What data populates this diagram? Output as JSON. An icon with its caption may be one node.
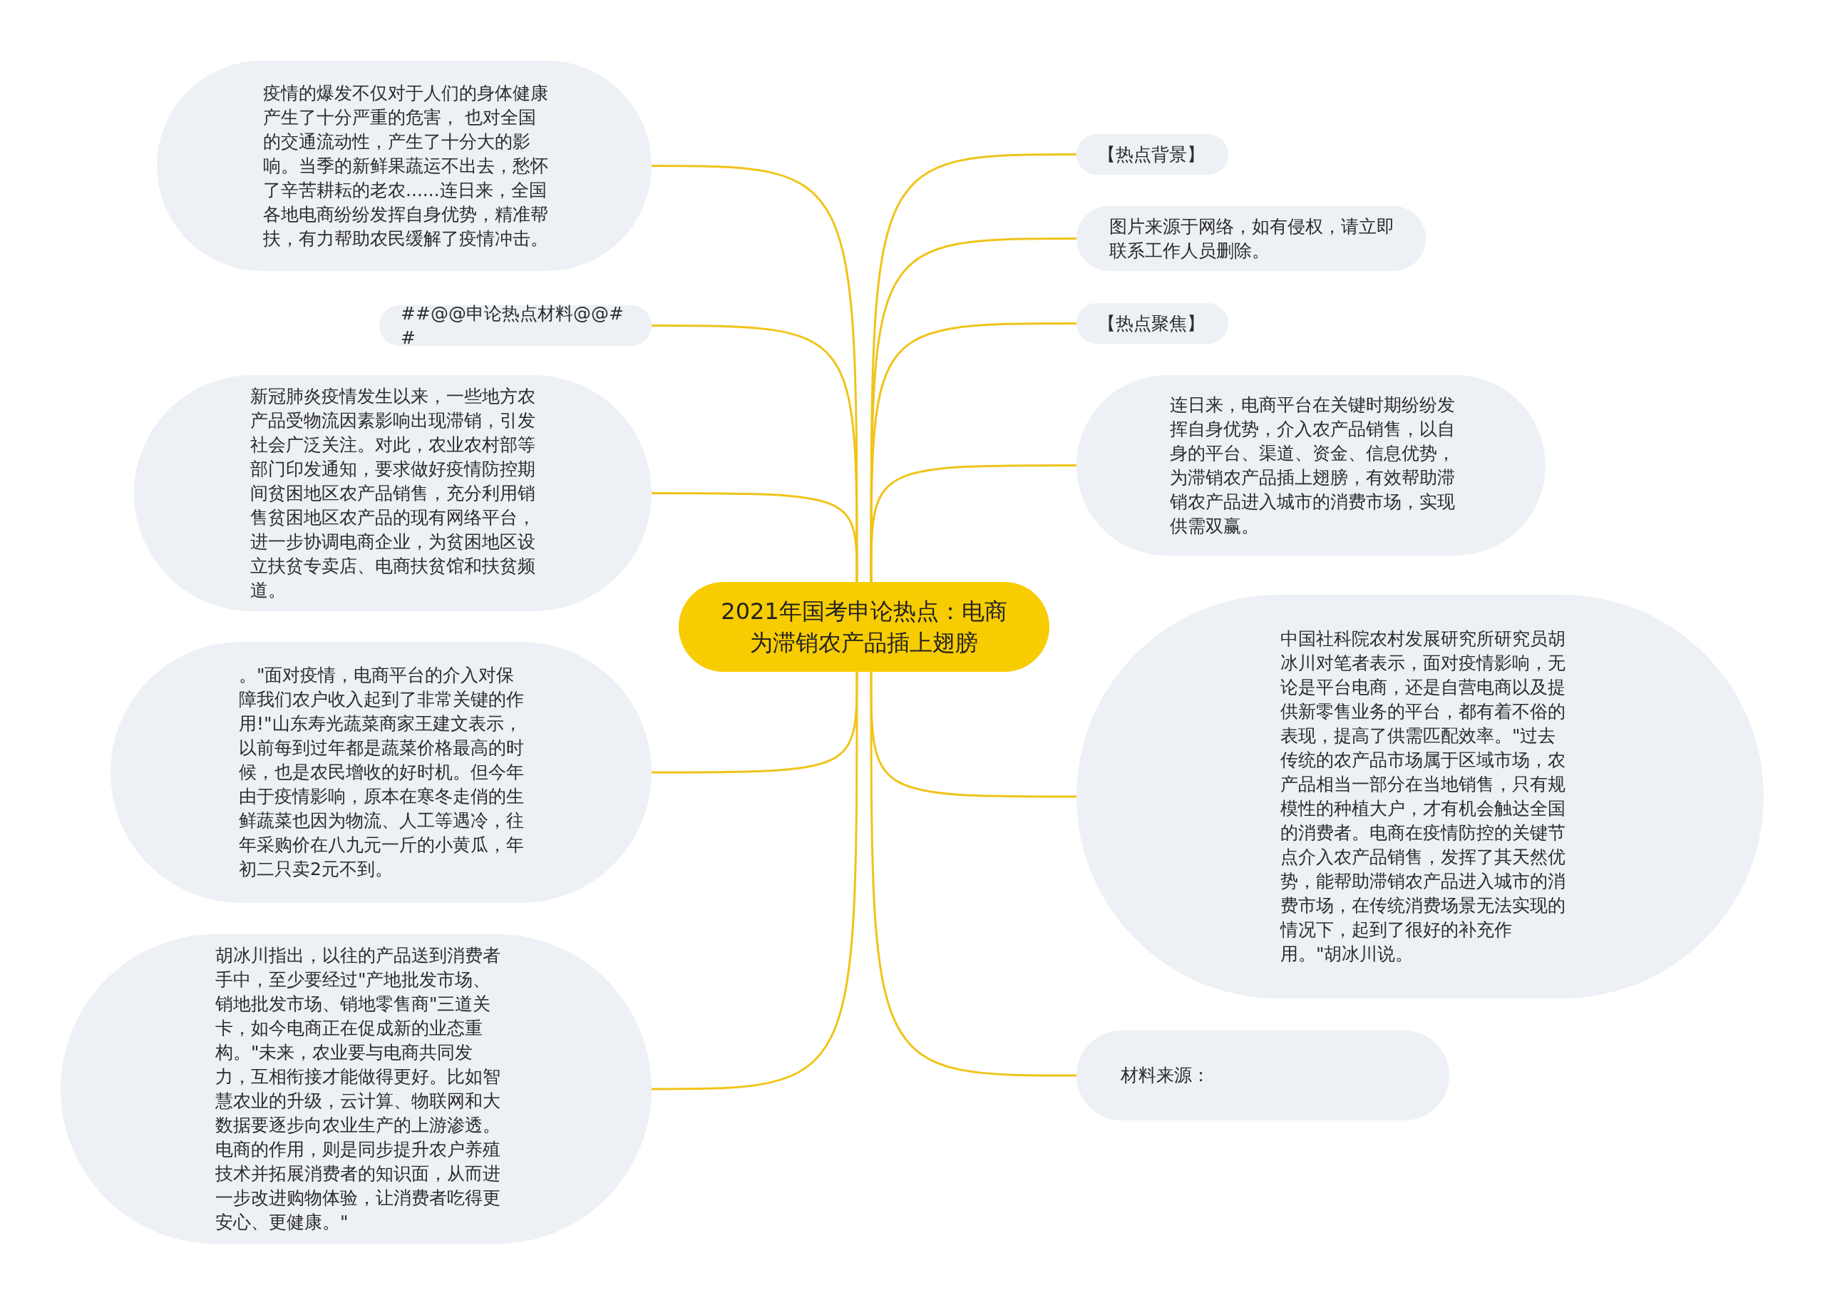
{
  "diagram": {
    "nodes": [
      {
        "text": [
          "2021年国考申论热点：电商为滞销农产品插上翅膀"
        ]
      },
      {
        "text": [
          "疫情的爆发不仅对于人们的身体健康产生了十分严重的危害， 也对全国的交通流动性，产生了十分大的影响。当季的新鲜果蔬运不出去，愁怀了辛苦耕耘的老农......连日来，全国各地电商纷纷发挥自身优势，精准帮扶，有力帮助农民缓解了疫情冲击。"
        ]
      },
      {
        "text": [
          "##@@申论热点材料@@##"
        ]
      },
      {
        "text": [
          "新冠肺炎疫情发生以来，一些地方农产品受物流因素影响出现滞销，引发社会广泛关注。对此，农业农村部等部门印发通知，要求做好疫情防控期间贫困地区农产品销售，充分利用销售贫困地区农产品的现有网络平台，进一步协调电商企业，为贫困地区设立扶贫专卖店、电商扶贫馆和扶贫频道。"
        ]
      },
      {
        "text": [
          "。\"面对疫情，电商平台的介入对保障我们农户收入起到了非常关键的作用!\"山东寿光蔬菜商家王建文表示，以前每到过年都是蔬菜价格最高的时候，也是农民增收的好时机。但今年由于疫情影响，原本在寒冬走俏的生鲜蔬菜也因为物流、人工等遇冷，往年采购价在八九元一斤的小黄瓜，年初二只卖2元不到。"
        ]
      },
      {
        "text": [
          "胡冰川指出，以往的产品送到消费者手中，至少要经过\"产地批发市场、销地批发市场、销地零售商\"三道关卡，如今电商正在促成新的业态重构。\"未来，农业要与电商共同发力，互相衔接才能做得更好。比如智慧农业的升级，云计算、物联网和大数据要逐步向农业生产的上游渗透。电商的作用，则是同步提升农户养殖技术并拓展消费者的知识面，从而进一步改进购物体验，让消费者吃得更安心、更健康。\""
        ]
      },
      {
        "text": [
          "【热点背景】"
        ]
      },
      {
        "text": [
          "图片来源于网络，如有侵权，请立即联系工作人员删除。"
        ]
      },
      {
        "text": [
          "【热点聚焦】"
        ]
      },
      {
        "text": [
          "连日来，电商平台在关键时期纷纷发挥自身优势，介入农产品销售，以自身的平台、渠道、资金、信息优势，为滞销农产品插上翅膀，有效帮助滞销农产品进入城市的消费市场，实现供需双赢。"
        ]
      },
      {
        "text": [
          "中国社科院农村发展研究所研究员胡冰川对笔者表示，面对疫情影响，无论是平台电商，还是自营电商以及提供新零售业务的平台，都有着不俗的表现，提高了供需匹配效率。\"过去传统的农产品市场属于区域市场，农产品相当一部分在当地销售，只有规模性的种植大户，才有机会触达全国的消费者。电商在疫情防控的关键节点介入农产品销售，发挥了其天然优势，能帮助滞销农产品进入城市的消费市场，在传统消费场景无法实现的情况下，起到了很好的补充作用。\"胡冰川说。"
        ]
      },
      {
        "text": [
          "材料来源："
        ]
      }
    ],
    "edges": [
      {
        "from": 0,
        "to": 1,
        "arrow": "none"
      },
      {
        "from": 0,
        "to": 2,
        "arrow": "none"
      },
      {
        "from": 0,
        "to": 3,
        "arrow": "none"
      },
      {
        "from": 0,
        "to": 4,
        "arrow": "none"
      },
      {
        "from": 0,
        "to": 5,
        "arrow": "none"
      },
      {
        "from": 0,
        "to": 6,
        "arrow": "none"
      },
      {
        "from": 0,
        "to": 7,
        "arrow": "none"
      },
      {
        "from": 0,
        "to": 8,
        "arrow": "none"
      },
      {
        "from": 0,
        "to": 9,
        "arrow": "none"
      },
      {
        "from": 0,
        "to": 10,
        "arrow": "none"
      },
      {
        "from": 0,
        "to": 11,
        "arrow": "none"
      }
    ]
  }
}
